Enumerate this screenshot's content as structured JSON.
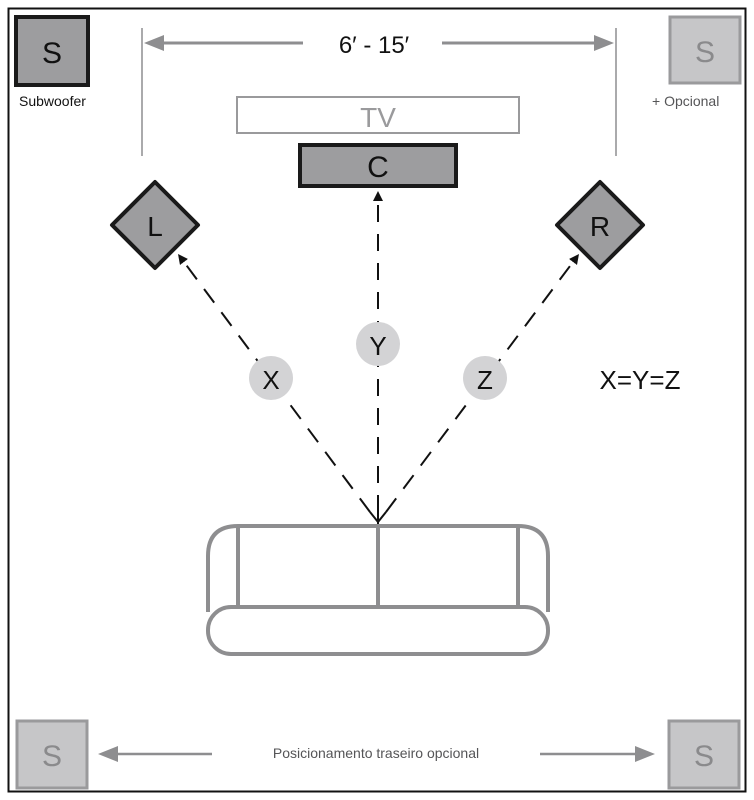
{
  "distance_label": "6′ - 15′",
  "tv_label": "TV",
  "center_label": "C",
  "left_label": "L",
  "right_label": "R",
  "sub_label": "S",
  "subwoofer_caption": "Subwoofer",
  "optional_caption": "+ Opcional",
  "x_label": "X",
  "y_label": "Y",
  "z_label": "Z",
  "equation": "X=Y=Z",
  "rear_label_left": "S",
  "rear_label_right": "S",
  "rear_caption": "Posicionamento traseiro opcional",
  "colors": {
    "dark_speaker": "#9d9d9f",
    "light_speaker": "#c6c6c8",
    "distance_circle": "#d3d3d5",
    "gray_stroke": "#8e8e90",
    "black": "#111111"
  }
}
